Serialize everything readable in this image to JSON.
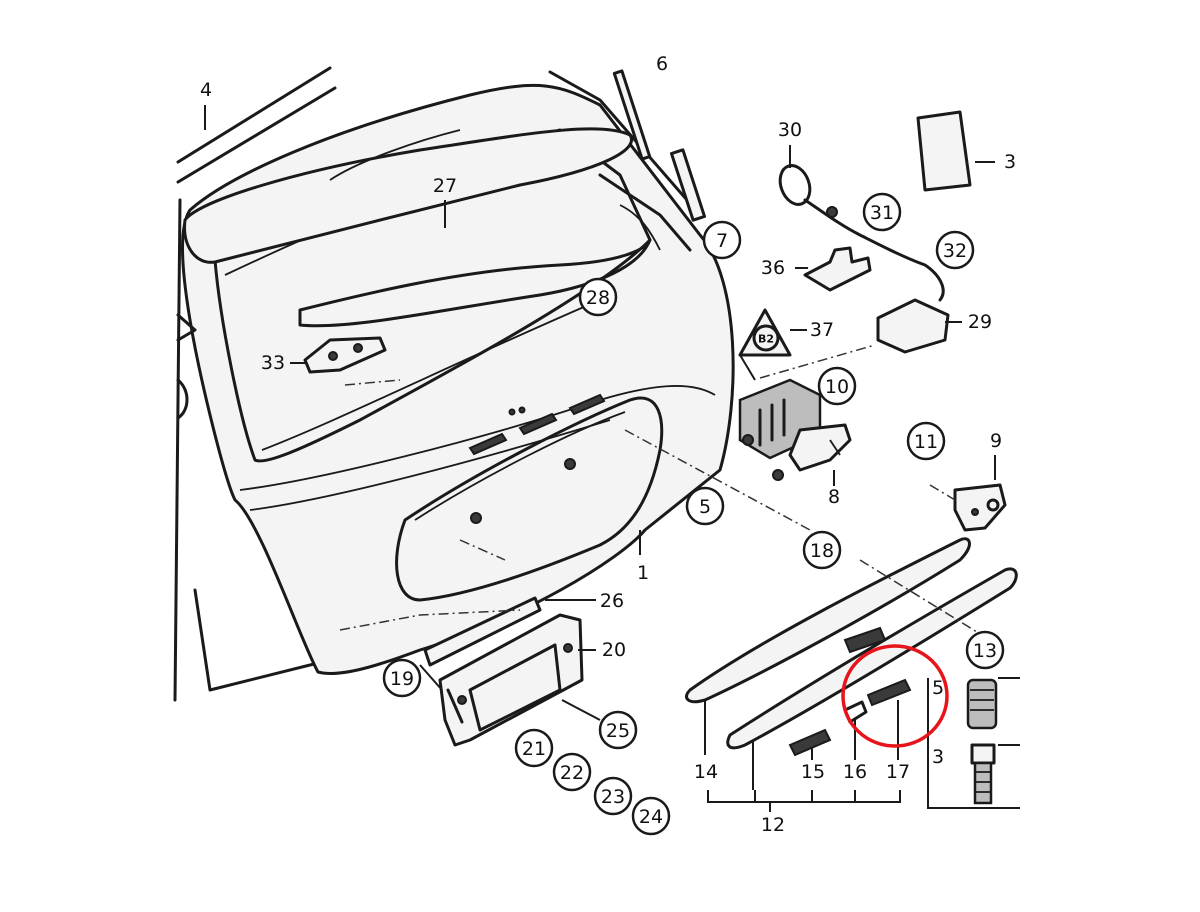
{
  "diagram": {
    "highlight_color": "#e8141b",
    "callouts": [
      {
        "id": "c5",
        "text": "5"
      },
      {
        "id": "c7",
        "text": "7"
      },
      {
        "id": "c10",
        "text": "10"
      },
      {
        "id": "c11",
        "text": "11"
      },
      {
        "id": "c13",
        "text": "13"
      },
      {
        "id": "c18",
        "text": "18"
      },
      {
        "id": "c19",
        "text": "19"
      },
      {
        "id": "c21",
        "text": "21"
      },
      {
        "id": "c22",
        "text": "22"
      },
      {
        "id": "c23",
        "text": "23"
      },
      {
        "id": "c24",
        "text": "24"
      },
      {
        "id": "c25",
        "text": "25"
      },
      {
        "id": "c28",
        "text": "28"
      },
      {
        "id": "c31",
        "text": "31"
      },
      {
        "id": "c32",
        "text": "32"
      }
    ],
    "labels": [
      {
        "id": "l1",
        "text": "1"
      },
      {
        "id": "l3a",
        "text": "3"
      },
      {
        "id": "l3b",
        "text": "3"
      },
      {
        "id": "l4",
        "text": "4"
      },
      {
        "id": "l5b",
        "text": "5"
      },
      {
        "id": "l6",
        "text": "6"
      },
      {
        "id": "l8",
        "text": "8"
      },
      {
        "id": "l9",
        "text": "9"
      },
      {
        "id": "l12",
        "text": "12"
      },
      {
        "id": "l14",
        "text": "14"
      },
      {
        "id": "l15",
        "text": "15"
      },
      {
        "id": "l16",
        "text": "16"
      },
      {
        "id": "l17",
        "text": "17"
      },
      {
        "id": "l20",
        "text": "20"
      },
      {
        "id": "l26",
        "text": "26"
      },
      {
        "id": "l27",
        "text": "27"
      },
      {
        "id": "l29",
        "text": "29"
      },
      {
        "id": "l30",
        "text": "30"
      },
      {
        "id": "l33",
        "text": "33"
      },
      {
        "id": "l36",
        "text": "36"
      },
      {
        "id": "l37",
        "text": "37"
      }
    ],
    "warning_sign_text": "B2"
  }
}
